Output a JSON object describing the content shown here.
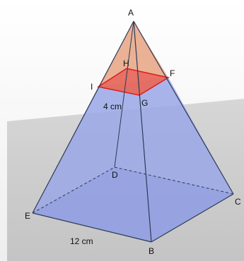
{
  "figure": {
    "points": {
      "A": "A",
      "B": "B",
      "C": "C",
      "D": "D",
      "E": "E",
      "F": "F",
      "G": "G",
      "H": "H",
      "I": "I"
    },
    "dimensions": {
      "top_square_side": "4 cm",
      "base_side": "12 cm"
    },
    "colors": {
      "background_gray": "#cfcfcf",
      "pyramid_blue": "#9aa8e6",
      "small_pyramid_orange": "#e8a88a",
      "cross_section_red": "#e43c3c",
      "edge_dark": "#2e3a57"
    }
  }
}
